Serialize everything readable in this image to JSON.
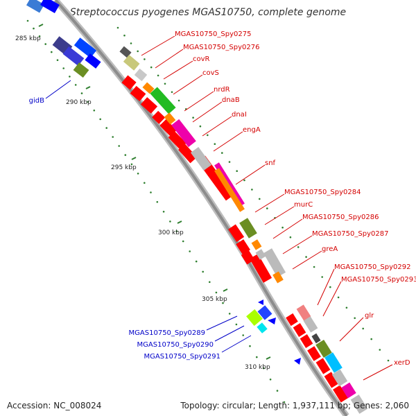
{
  "title": "Streptococcus pyogenes MGAS10750, complete genome",
  "footer": {
    "accession": "Accession: NC_008024",
    "topology": "Topology: circular; Length: 1,937,111 bp; Genes: 2,060"
  },
  "colors": {
    "forward": "#ff0000",
    "reverse": "#0000ff",
    "backbone": "#999999",
    "tick": "#2f7f2f",
    "label_forward": "#d40000",
    "label_reverse": "#0000c8"
  },
  "kbp_ticks": [
    "285 kbp",
    "290 kbp",
    "295 kbp",
    "300 kbp",
    "305 kbp",
    "310 kbp"
  ],
  "labels_forward": [
    "MGAS10750_Spy0275",
    "MGAS10750_Spy0276",
    "covR",
    "covS",
    "nrdR",
    "dnaB",
    "dnaI",
    "engA",
    "snf",
    "MGAS10750_Spy0284",
    "murC",
    "MGAS10750_Spy0286",
    "MGAS10750_Spy0287",
    "greA",
    "MGAS10750_Spy0292",
    "MGAS10750_Spy0293",
    "glr",
    "xerD"
  ],
  "labels_reverse": [
    "gidB",
    "MGAS10750_Spy0289",
    "MGAS10750_Spy0290",
    "MGAS10750_Spy0291"
  ]
}
